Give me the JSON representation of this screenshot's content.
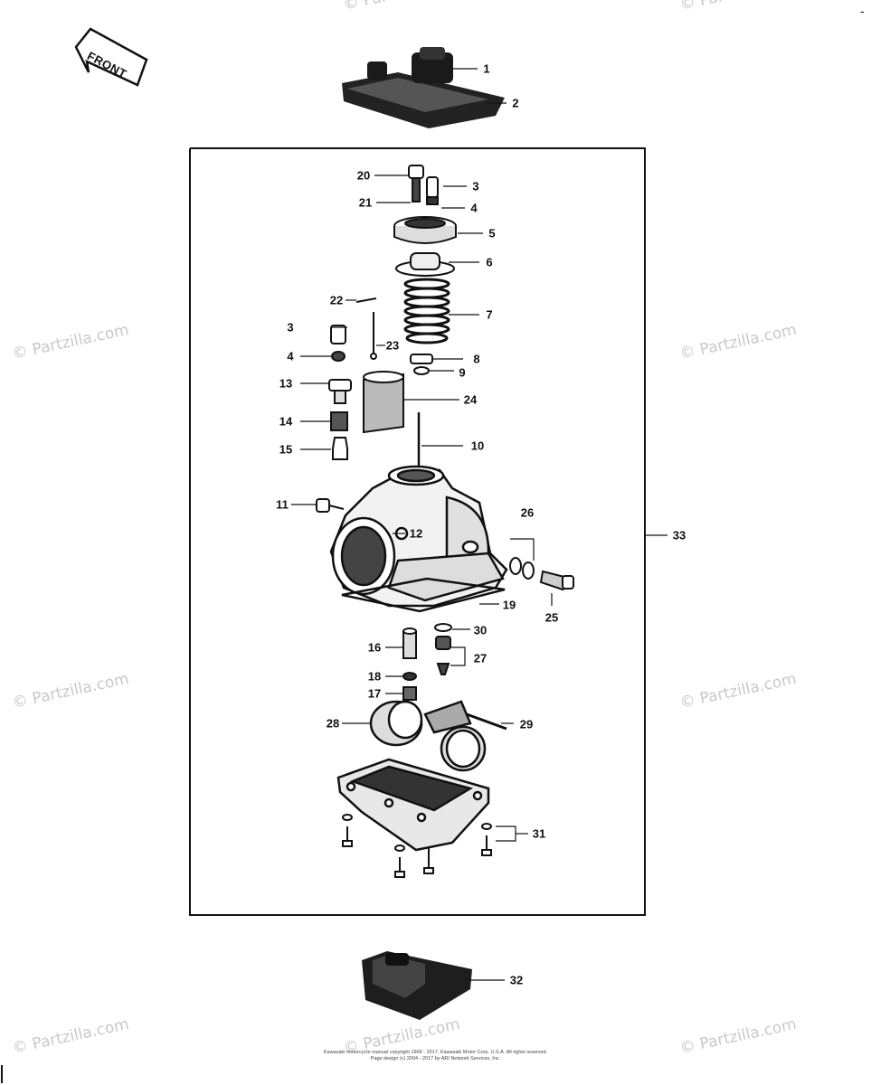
{
  "watermark": "© Partzilla.com",
  "front_label": "FRONT",
  "corner_mark": "-",
  "callouts": [
    "1",
    "2",
    "20",
    "3",
    "21",
    "4",
    "5",
    "6",
    "22",
    "7",
    "3",
    "23",
    "4",
    "8",
    "9",
    "13",
    "24",
    "14",
    "10",
    "15",
    "11",
    "12",
    "26",
    "33",
    "25",
    "19",
    "30",
    "16",
    "27",
    "18",
    "17",
    "28",
    "29",
    "31",
    "32"
  ],
  "footer": {
    "line1": "Kawasaki motorcycle manual copyright 1968 - 2017, Kawasaki Motor Corp. U.S.A. All rights reserved.",
    "line2": "Page design (c) 2004 - 2017 by ARI Network Services, Inc."
  }
}
